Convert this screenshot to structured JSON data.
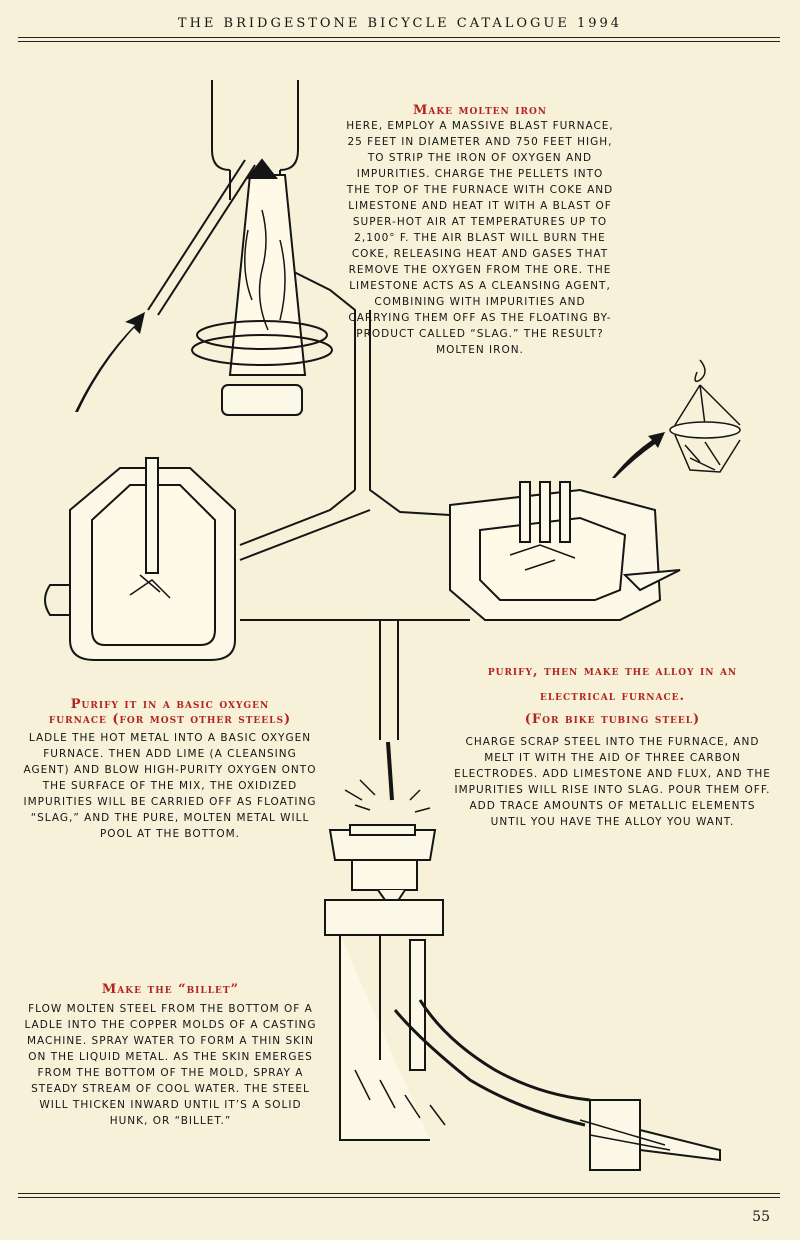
{
  "header": {
    "title": "THE BRIDGESTONE BICYCLE CATALOGUE 1994"
  },
  "molten_iron": {
    "heading": "Make molten iron",
    "body": "Here, employ a massive blast furnace, 25 feet in diameter and 750 feet high, to strip the iron of oxygen and impurities. Charge the pellets into the top of the furnace with coke and limestone and heat it with a blast of super-hot air at temperatures up to 2,100° F. The air blast will burn the coke, releasing heat and gases that remove the oxygen from the ore. The limestone acts as a cleansing agent, combining with impurities and carrying them off as the floating by-product called “slag.” The result? Molten iron."
  },
  "oxygen_furnace": {
    "heading_line1": "Purify it in a basic oxygen",
    "heading_line2": "furnace (for most other steels)",
    "body": "Ladle the hot metal into a basic oxygen furnace. Then add lime (a cleansing agent) and blow high-purity oxygen onto the surface of the mix, The oxidized impurities will be carried off as floating “slag,” and the pure, molten metal will pool at the bottom."
  },
  "electric_furnace": {
    "heading_line1": "purify, then make the alloy in an",
    "heading_line2": "electrical furnace.",
    "heading_line3": "(For bike tubing steel)",
    "body": "Charge scrap steel into the furnace, and melt it with the aid of three carbon electrodes. Add limestone and flux, and the impurities will rise into slag. Pour them off. Add trace amounts of metallic elements until you have the alloy you want."
  },
  "billet": {
    "heading": "Make the “billet”",
    "body": "Flow molten steel from the bottom of a ladle into the copper molds of a casting machine. Spray water to form a thin skin on the liquid metal. As the skin emerges from the bottom of the mold, spray a steady stream of cool water. The steel will thicken inward until it’s a solid hunk, or “billet.”"
  },
  "footer": {
    "page_number": "55"
  },
  "colors": {
    "accent": "#b3241e",
    "paper": "#f6f1d8",
    "ink": "#151515"
  },
  "icons": [
    "blast-furnace",
    "oxygen-furnace",
    "electric-arc-furnace",
    "scrap-bucket",
    "ladle",
    "continuous-caster",
    "direction-arrow"
  ]
}
